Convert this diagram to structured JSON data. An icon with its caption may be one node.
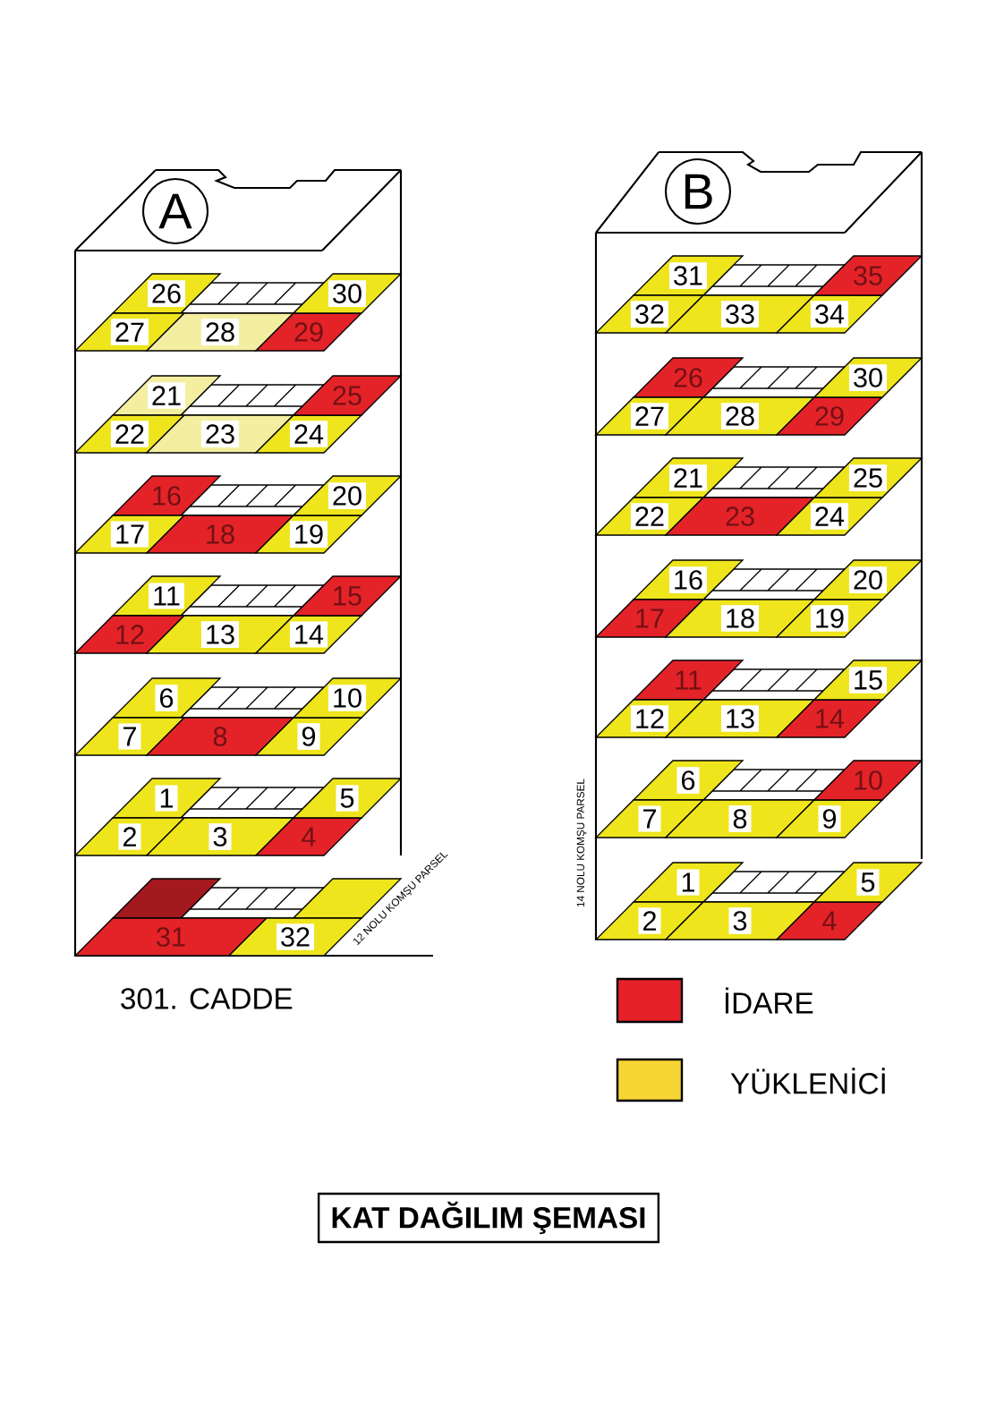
{
  "diagram": {
    "title": "KAT DAĞILIM ŞEMASI",
    "nodes": [
      {
        "text": [
          "A"
        ]
      },
      {
        "text": [
          "26"
        ],
        "in": 0
      },
      {
        "text": [
          "27"
        ],
        "in": 0
      },
      {
        "text": [
          "28"
        ],
        "in": 0
      },
      {
        "text": [
          "29"
        ],
        "in": 0
      },
      {
        "text": [
          "30"
        ],
        "in": 0
      },
      {
        "text": [
          "21"
        ],
        "in": 0
      },
      {
        "text": [
          "22"
        ],
        "in": 0
      },
      {
        "text": [
          "23"
        ],
        "in": 0
      },
      {
        "text": [
          "24"
        ],
        "in": 0
      },
      {
        "text": [
          "25"
        ],
        "in": 0
      },
      {
        "text": [
          "16"
        ],
        "in": 0
      },
      {
        "text": [
          "17"
        ],
        "in": 0
      },
      {
        "text": [
          "18"
        ],
        "in": 0
      },
      {
        "text": [
          "19"
        ],
        "in": 0
      },
      {
        "text": [
          "20"
        ],
        "in": 0
      },
      {
        "text": [
          "11"
        ],
        "in": 0
      },
      {
        "text": [
          "12"
        ],
        "in": 0
      },
      {
        "text": [
          "13"
        ],
        "in": 0
      },
      {
        "text": [
          "14"
        ],
        "in": 0
      },
      {
        "text": [
          "15"
        ],
        "in": 0
      },
      {
        "text": [
          "6"
        ],
        "in": 0
      },
      {
        "text": [
          "7"
        ],
        "in": 0
      },
      {
        "text": [
          "8"
        ],
        "in": 0
      },
      {
        "text": [
          "9"
        ],
        "in": 0
      },
      {
        "text": [
          "10"
        ],
        "in": 0
      },
      {
        "text": [
          "1"
        ],
        "in": 0
      },
      {
        "text": [
          "2"
        ],
        "in": 0
      },
      {
        "text": [
          "3"
        ],
        "in": 0
      },
      {
        "text": [
          "4"
        ],
        "in": 0
      },
      {
        "text": [
          "5"
        ],
        "in": 0
      },
      {
        "text": [
          "31"
        ],
        "in": 0
      },
      {
        "text": [
          "32"
        ],
        "in": 0
      },
      {
        "text": [
          "B"
        ]
      },
      {
        "text": [
          "31"
        ],
        "in": 33
      },
      {
        "text": [
          "32"
        ],
        "in": 33
      },
      {
        "text": [
          "33"
        ],
        "in": 33
      },
      {
        "text": [
          "34"
        ],
        "in": 33
      },
      {
        "text": [
          "35"
        ],
        "in": 33
      },
      {
        "text": [
          "26"
        ],
        "in": 33
      },
      {
        "text": [
          "27"
        ],
        "in": 33
      },
      {
        "text": [
          "28"
        ],
        "in": 33
      },
      {
        "text": [
          "29"
        ],
        "in": 33
      },
      {
        "text": [
          "30"
        ],
        "in": 33
      },
      {
        "text": [
          "21"
        ],
        "in": 33
      },
      {
        "text": [
          "22"
        ],
        "in": 33
      },
      {
        "text": [
          "23"
        ],
        "in": 33
      },
      {
        "text": [
          "24"
        ],
        "in": 33
      },
      {
        "text": [
          "25"
        ],
        "in": 33
      },
      {
        "text": [
          "16"
        ],
        "in": 33
      },
      {
        "text": [
          "17"
        ],
        "in": 33
      },
      {
        "text": [
          "18"
        ],
        "in": 33
      },
      {
        "text": [
          "19"
        ],
        "in": 33
      },
      {
        "text": [
          "20"
        ],
        "in": 33
      },
      {
        "text": [
          "11"
        ],
        "in": 33
      },
      {
        "text": [
          "12"
        ],
        "in": 33
      },
      {
        "text": [
          "13"
        ],
        "in": 33
      },
      {
        "text": [
          "14"
        ],
        "in": 33
      },
      {
        "text": [
          "15"
        ],
        "in": 33
      },
      {
        "text": [
          "6"
        ],
        "in": 33
      },
      {
        "text": [
          "7"
        ],
        "in": 33
      },
      {
        "text": [
          "8"
        ],
        "in": 33
      },
      {
        "text": [
          "9"
        ],
        "in": 33
      },
      {
        "text": [
          "10"
        ],
        "in": 33
      },
      {
        "text": [
          "1"
        ],
        "in": 33
      },
      {
        "text": [
          "2"
        ],
        "in": 33
      },
      {
        "text": [
          "3"
        ],
        "in": 33
      },
      {
        "text": [
          "4"
        ],
        "in": 33
      },
      {
        "text": [
          "5"
        ],
        "in": 33
      }
    ],
    "labels": [
      "301. CADDE",
      "12 NOLU KOMŞU PARSEL",
      "14 NOLU KOMŞU PARSEL"
    ],
    "legend": [
      {
        "text": "İDARE",
        "color": "#e62129"
      },
      {
        "text": "YÜKLENİCİ",
        "color": "#f7d533"
      }
    ]
  }
}
